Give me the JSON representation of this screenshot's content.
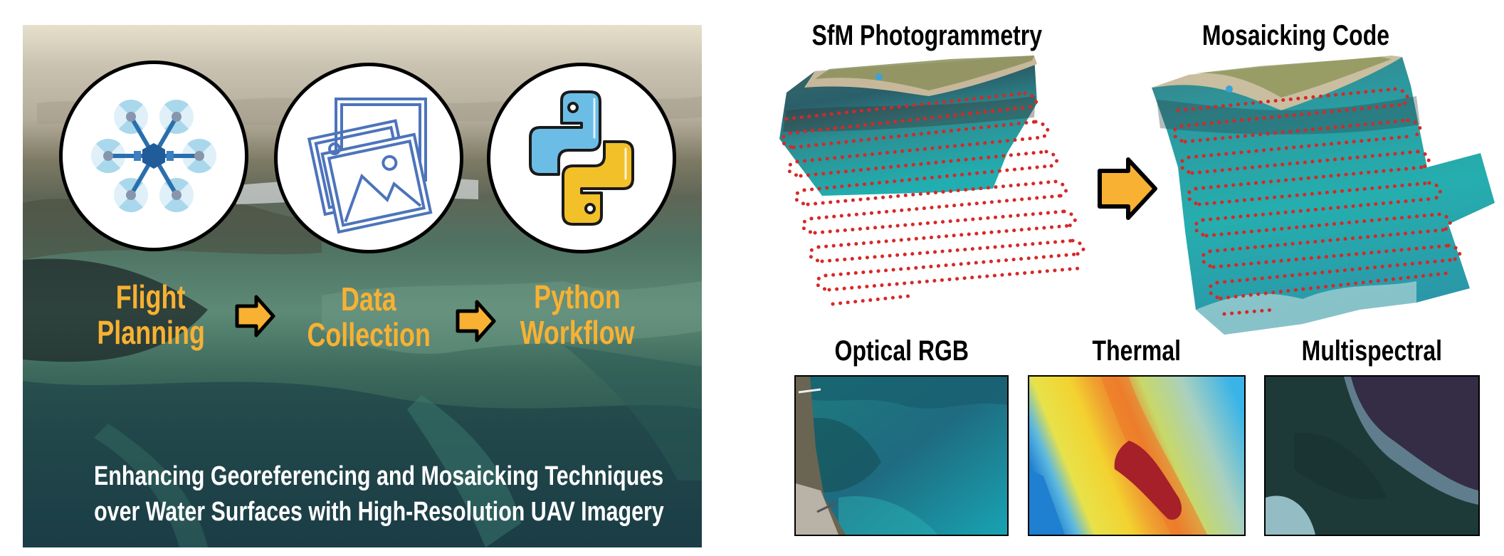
{
  "left_panel": {
    "steps": [
      {
        "line1": "Flight",
        "line2": "Planning",
        "icon": "hexacopter-drone-icon"
      },
      {
        "line1": "Data",
        "line2": "Collection",
        "icon": "image-stack-icon"
      },
      {
        "line1": "Python",
        "line2": "Workflow",
        "icon": "python-logo-icon"
      }
    ],
    "arrow_icon": "right-arrow-icon",
    "caption": {
      "line1": "Enhancing Georeferencing and Mosaicking Techniques",
      "line2": "over Water Surfaces with High-Resolution UAV Imagery"
    }
  },
  "right_panel": {
    "top_titles": {
      "sfm": "SfM Photogrammetry",
      "mosaic": "Mosaicking Code"
    },
    "bottom_titles": {
      "rgb": "Optical RGB",
      "thermal": "Thermal",
      "multispectral": "Multispectral"
    }
  },
  "colors": {
    "accent_orange": "#F8B133",
    "flight_path_dots": "#D62828",
    "outline": "#000000",
    "caption_text": "#FFFFFF"
  }
}
